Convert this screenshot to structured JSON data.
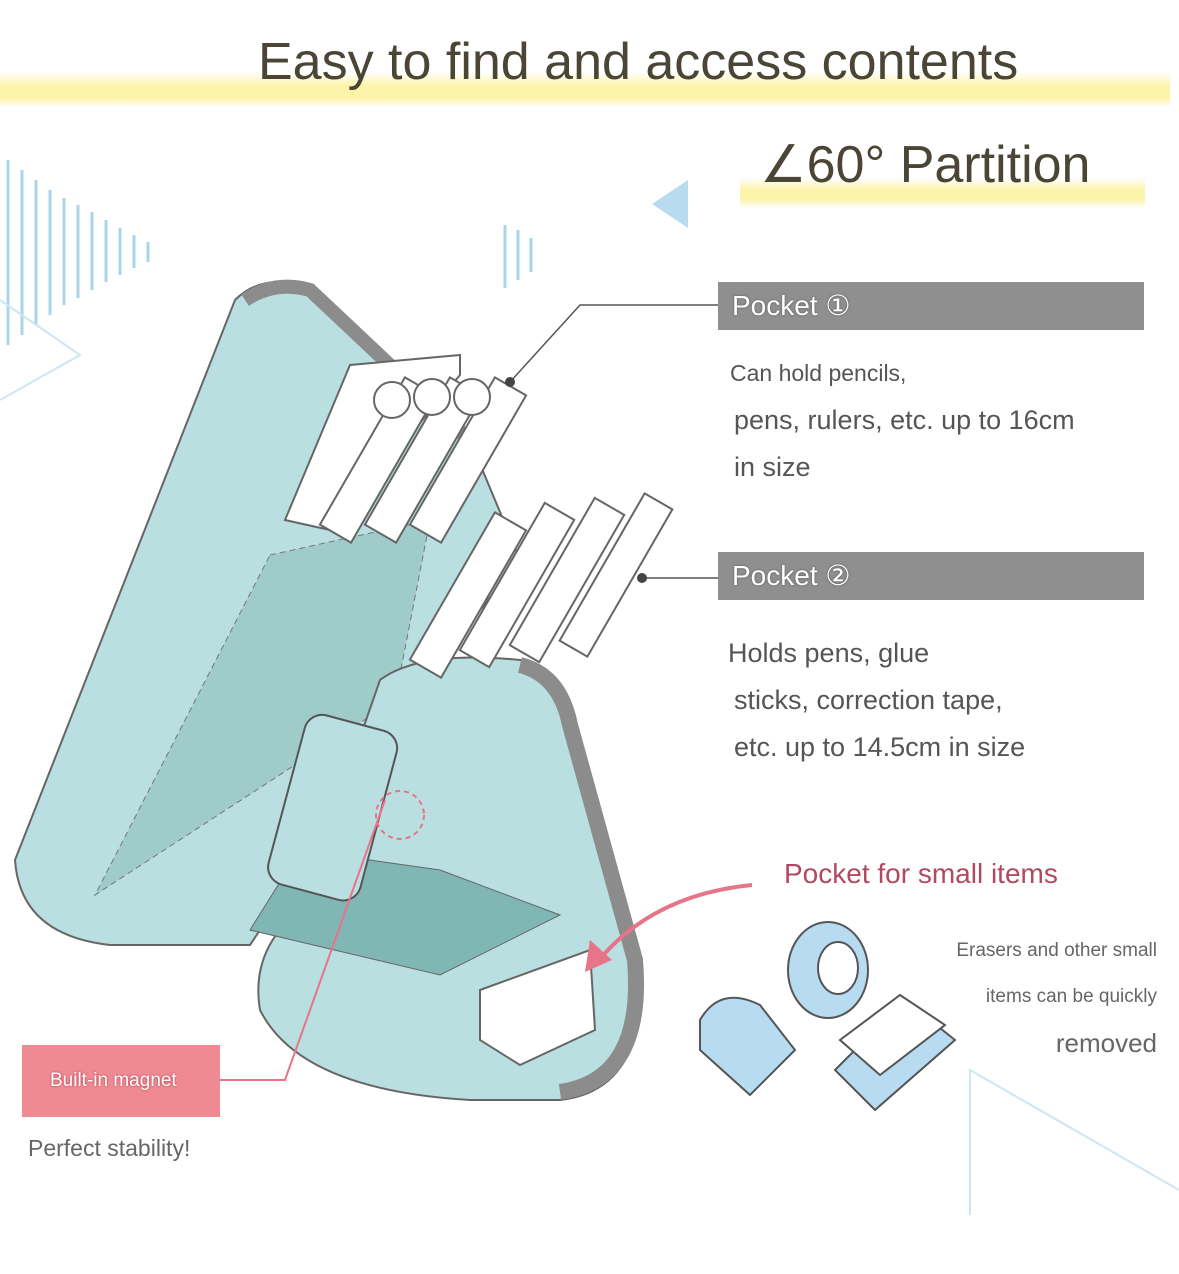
{
  "header": {
    "title": "Easy to find and access contents",
    "subtitle": "∠60° Partition"
  },
  "pockets": [
    {
      "label": "Pocket ①",
      "description": [
        "Can hold pencils,",
        "pens, rulers, etc. up to 16cm",
        "in size"
      ]
    },
    {
      "label": "Pocket ②",
      "description": [
        "Holds pens, glue",
        "sticks, correction tape,",
        "etc. up to 14.5cm in size"
      ]
    }
  ],
  "small_pocket": {
    "label": "Pocket for small items",
    "description": [
      "Erasers and other small",
      "items can be quickly",
      "removed"
    ]
  },
  "magnet": {
    "label": "Built-in magnet",
    "caption": "Perfect stability!"
  },
  "colors": {
    "highlight": "#fbf4a8",
    "case": "#b9dfe0",
    "zipper": "#8c8c8c",
    "pink": "#ef8a93",
    "accent_text": "#b04a62",
    "deco": "#a9d4ea"
  }
}
